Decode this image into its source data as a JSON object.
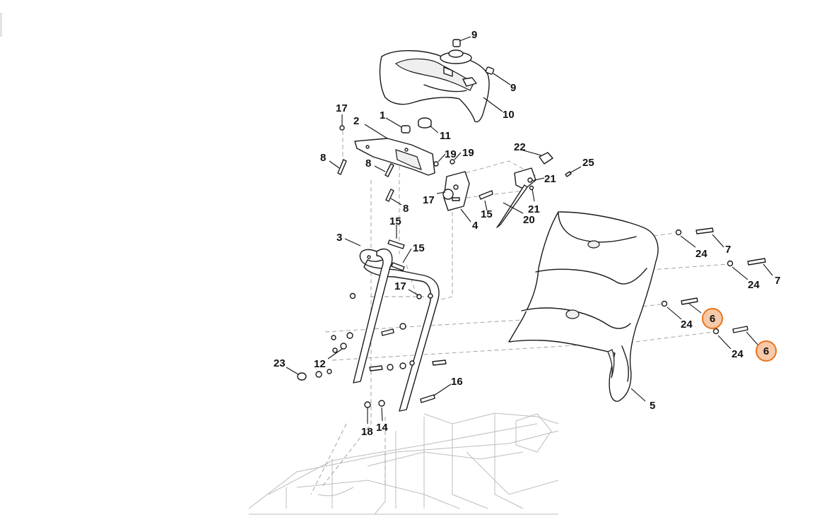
{
  "diagram": {
    "callouts": [
      {
        "id": "c9a",
        "text": "9"
      },
      {
        "id": "c9b",
        "text": "9"
      },
      {
        "id": "c10",
        "text": "10"
      },
      {
        "id": "c17a",
        "text": "17"
      },
      {
        "id": "c1",
        "text": "1"
      },
      {
        "id": "c11",
        "text": "11"
      },
      {
        "id": "c2",
        "text": "2"
      },
      {
        "id": "c8a",
        "text": "8"
      },
      {
        "id": "c8b",
        "text": "8"
      },
      {
        "id": "c8c",
        "text": "8"
      },
      {
        "id": "c19a",
        "text": "19"
      },
      {
        "id": "c19b",
        "text": "19"
      },
      {
        "id": "c17b",
        "text": "17"
      },
      {
        "id": "c4",
        "text": "4"
      },
      {
        "id": "c15a",
        "text": "15"
      },
      {
        "id": "c22",
        "text": "22"
      },
      {
        "id": "c25",
        "text": "25"
      },
      {
        "id": "c21a",
        "text": "21"
      },
      {
        "id": "c21b",
        "text": "21"
      },
      {
        "id": "c20",
        "text": "20"
      },
      {
        "id": "c15b",
        "text": "15"
      },
      {
        "id": "c3",
        "text": "3"
      },
      {
        "id": "c15c",
        "text": "15"
      },
      {
        "id": "c17c",
        "text": "17"
      },
      {
        "id": "c7a",
        "text": "7"
      },
      {
        "id": "c24a",
        "text": "24"
      },
      {
        "id": "c7b",
        "text": "7"
      },
      {
        "id": "c24b",
        "text": "24"
      },
      {
        "id": "c24c",
        "text": "24"
      },
      {
        "id": "c24d",
        "text": "24"
      },
      {
        "id": "c23",
        "text": "23"
      },
      {
        "id": "c12",
        "text": "12"
      },
      {
        "id": "c16",
        "text": "16"
      },
      {
        "id": "c5",
        "text": "5"
      },
      {
        "id": "c18",
        "text": "18"
      },
      {
        "id": "c14",
        "text": "14"
      }
    ],
    "highlighted": [
      {
        "id": "h6a",
        "text": "6",
        "color": "#e8741e"
      },
      {
        "id": "h6b",
        "text": "6",
        "color": "#e8741e"
      }
    ]
  }
}
